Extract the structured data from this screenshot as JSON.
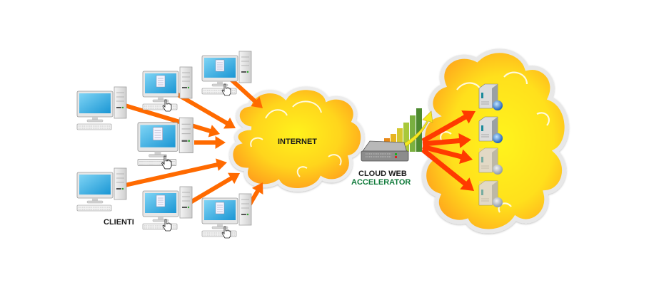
{
  "diagram": {
    "title": "Cloud Web Accelerator architecture",
    "labels": {
      "internet": "INTERNET",
      "clients": "CLIENTI",
      "accelerator_line1": "CLOUD WEB",
      "accelerator_line2": "ACCELERATOR"
    },
    "colors": {
      "arrow": "#ff6a00",
      "cloud_fill": "#ffd21a",
      "cloud_edge": "#ff9a1a",
      "accelerator_text": "#0f7a3a",
      "monitor_screen": "#2aa8e0"
    },
    "nodes": {
      "clients": [
        {
          "id": "client-1",
          "type": "desktop-computer"
        },
        {
          "id": "client-2",
          "type": "desktop-computer",
          "has_document": true,
          "has_cursor": true
        },
        {
          "id": "client-3",
          "type": "desktop-computer",
          "has_document": true,
          "has_cursor": true
        },
        {
          "id": "client-4",
          "type": "desktop-computer",
          "has_document": true,
          "has_cursor": true
        },
        {
          "id": "client-5",
          "type": "desktop-computer"
        },
        {
          "id": "client-6",
          "type": "desktop-computer",
          "has_document": true,
          "has_cursor": true
        },
        {
          "id": "client-7",
          "type": "desktop-computer",
          "has_document": true,
          "has_cursor": true
        }
      ],
      "internet": {
        "id": "internet-cloud",
        "type": "cloud"
      },
      "accelerator": {
        "id": "cloud-web-accelerator",
        "type": "appliance-with-growth-chart"
      },
      "server_cloud": {
        "id": "server-cloud",
        "servers": [
          {
            "id": "server-1",
            "type": "web-server",
            "tone": "silver"
          },
          {
            "id": "server-2",
            "type": "web-server",
            "tone": "silver"
          },
          {
            "id": "server-3",
            "type": "web-server",
            "tone": "beige"
          },
          {
            "id": "server-4",
            "type": "web-server",
            "tone": "beige"
          }
        ]
      }
    },
    "edges": [
      {
        "from": "client-1",
        "to": "internet-cloud"
      },
      {
        "from": "client-2",
        "to": "internet-cloud"
      },
      {
        "from": "client-3",
        "to": "internet-cloud"
      },
      {
        "from": "client-4",
        "to": "internet-cloud"
      },
      {
        "from": "client-5",
        "to": "internet-cloud"
      },
      {
        "from": "client-6",
        "to": "internet-cloud"
      },
      {
        "from": "client-7",
        "to": "internet-cloud"
      },
      {
        "from": "cloud-web-accelerator",
        "to": "server-1"
      },
      {
        "from": "cloud-web-accelerator",
        "to": "server-2"
      },
      {
        "from": "cloud-web-accelerator",
        "to": "server-3"
      },
      {
        "from": "cloud-web-accelerator",
        "to": "server-4"
      }
    ]
  }
}
